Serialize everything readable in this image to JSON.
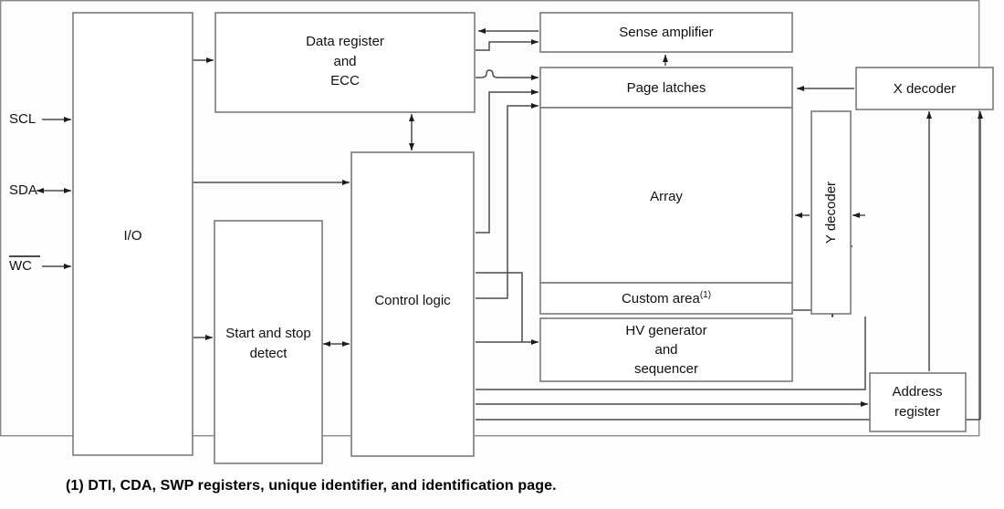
{
  "figure": {
    "type": "block-diagram",
    "title": "",
    "caption": "(1) DTI, CDA, SWP registers, unique identifier, and identification page.",
    "colors": {
      "background": "#fdfdfd",
      "box_fill": "#ffffff",
      "box_stroke": "#7a7a7a",
      "wire": "#4d4d4d",
      "text": "#111111"
    }
  },
  "signals": [
    {
      "name": "SCL",
      "label": "SCL",
      "direction": "input",
      "overline": false
    },
    {
      "name": "SDA",
      "label": "SDA",
      "direction": "bidirectional",
      "overline": false
    },
    {
      "name": "WC",
      "label": "WC",
      "direction": "input",
      "overline": true
    }
  ],
  "blocks": {
    "io": {
      "label": "I/O",
      "orientation": "horizontal"
    },
    "data_register": {
      "line1": "Data register",
      "line2": "and",
      "line3": "ECC"
    },
    "start_stop": {
      "line1": "Start and stop",
      "line2": "detect"
    },
    "control_logic": {
      "label": "Control logic"
    },
    "sense_amplifier": {
      "label": "Sense amplifier"
    },
    "page_latches": {
      "label": "Page latches"
    },
    "array": {
      "label": "Array"
    },
    "custom_area": {
      "label": "Custom area",
      "footnote": "(1)"
    },
    "hv_generator": {
      "line1": "HV generator",
      "line2": "and",
      "line3": "sequencer"
    },
    "x_decoder": {
      "label": "X decoder"
    },
    "y_decoder": {
      "label": "Y decoder",
      "orientation": "vertical-rotated"
    },
    "address_register": {
      "line1": "Address",
      "line2": "register"
    }
  },
  "connections": [
    {
      "from": "SCL",
      "to": "io",
      "arrow": "single"
    },
    {
      "from": "SDA",
      "to": "io",
      "arrow": "double"
    },
    {
      "from": "WC",
      "to": "io",
      "arrow": "single"
    },
    {
      "from": "io",
      "to": "data_register",
      "arrow": "double"
    },
    {
      "from": "io",
      "to": "control_logic",
      "arrow": "double"
    },
    {
      "from": "io",
      "to": "start_stop",
      "arrow": "single"
    },
    {
      "from": "start_stop",
      "to": "control_logic",
      "arrow": "double"
    },
    {
      "from": "data_register",
      "to": "control_logic",
      "arrow": "double"
    },
    {
      "from": "sense_amplifier",
      "to": "data_register",
      "arrow": "single"
    },
    {
      "from": "control_logic",
      "to": "sense_amplifier",
      "arrow": "single"
    },
    {
      "from": "control_logic",
      "to": "page_latches",
      "arrow": "single"
    },
    {
      "from": "control_logic",
      "to": "page_latches",
      "arrow": "single"
    },
    {
      "from": "control_logic",
      "to": "page_latches",
      "arrow": "single"
    },
    {
      "from": "control_logic",
      "to": "hv_generator",
      "arrow": "single"
    },
    {
      "from": "control_logic",
      "to": "address_register",
      "arrow": "single"
    },
    {
      "from": "control_logic",
      "to": "y_decoder",
      "arrow": "single"
    },
    {
      "from": "control_logic",
      "to": "x_decoder",
      "arrow": "single"
    },
    {
      "from": "page_latches",
      "to": "sense_amplifier",
      "arrow": "single"
    },
    {
      "from": "x_decoder",
      "to": "page_latches",
      "arrow": "single"
    },
    {
      "from": "y_decoder",
      "to": "array",
      "arrow": "single"
    },
    {
      "from": "hv_generator",
      "to": "y_decoder",
      "arrow": "single"
    },
    {
      "from": "address_register",
      "to": "x_decoder",
      "arrow": "single"
    }
  ]
}
